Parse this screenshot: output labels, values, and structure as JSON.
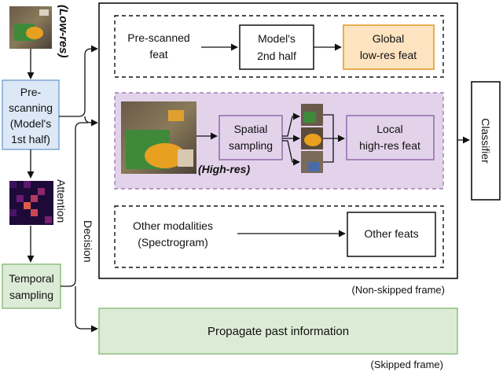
{
  "left_column": {
    "low_res_label": "(Low-res)",
    "prescanning": [
      "Pre-",
      "scanning",
      "(Model's",
      "1st half)"
    ],
    "attention_label": "Attention",
    "temporal_sampling": [
      "Temporal",
      "sampling"
    ],
    "decision_label": "Decision"
  },
  "main_panel": {
    "prescanned_feat": [
      "Pre-scanned",
      "feat"
    ],
    "models_second_half": [
      "Model's",
      "2nd half"
    ],
    "global_feat": [
      "Global",
      "low-res feat"
    ],
    "high_res_label": "(High-res)",
    "spatial_sampling": [
      "Spatial",
      "sampling"
    ],
    "local_feat": [
      "Local",
      "high-res feat"
    ],
    "other_modalities": [
      "Other modalities",
      "(Spectrogram)"
    ],
    "other_feats": "Other feats",
    "non_skipped_caption": "(Non-skipped frame)"
  },
  "classifier_label": "Classifier",
  "propagate_label": "Propagate past information",
  "skipped_caption": "(Skipped frame)",
  "colors": {
    "blue_box_fill": "#dde8f7",
    "blue_box_stroke": "#7aa6d6",
    "orange_box_fill": "#fde3c0",
    "orange_box_stroke": "#e8a640",
    "purple_fill": "#e2d3ea",
    "purple_stroke": "#a07cb8",
    "green_fill": "#dcebd6",
    "green_stroke": "#8fbf7f"
  }
}
